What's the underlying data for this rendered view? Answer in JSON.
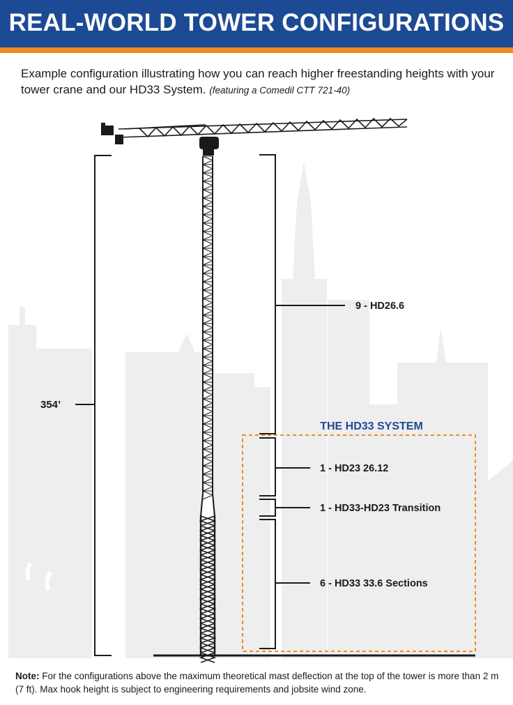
{
  "header": {
    "title": "REAL-WORLD TOWER CONFIGURATIONS"
  },
  "intro": {
    "text": "Example configuration illustrating how you can reach higher freestanding heights with your tower crane and our HD33 System.",
    "featuring": "(featuring a Comedil CTT 721-40)"
  },
  "diagram": {
    "total_height_label": "354’",
    "system_title": "THE HD33 SYSTEM",
    "sections": [
      {
        "label": "9 - HD26.6"
      },
      {
        "label": "1 - HD23 26.12"
      },
      {
        "label": "1 - HD33-HD23 Transition"
      },
      {
        "label": "6 - HD33 33.6 Sections"
      }
    ]
  },
  "colors": {
    "header_bg": "#1d4a94",
    "accent_orange": "#f08a24",
    "system_title": "#1d4a94",
    "skyline": "#eeeeee",
    "ink": "#1a1a1a"
  },
  "note": {
    "label": "Note:",
    "text": " For the configurations above the maximum theoretical mast deflection at the top of the tower is more than 2 m (7 ft). Max hook height is subject to engineering requirements and jobsite wind zone."
  }
}
